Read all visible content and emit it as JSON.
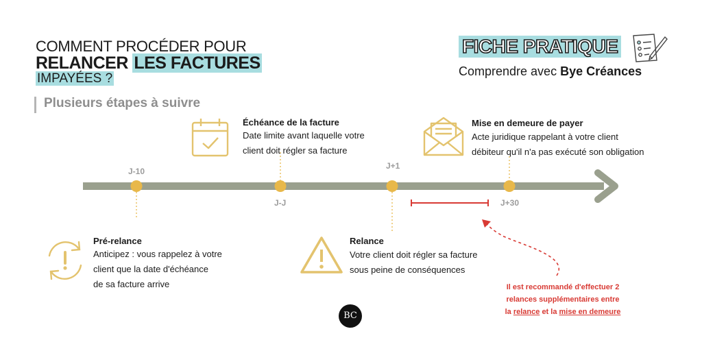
{
  "header": {
    "line1": "COMMENT PROCÉDER POUR",
    "line2_part1": "RELANCER",
    "line2_part2": "LES FACTURES",
    "line3": "IMPAYÉES ?",
    "subtitle": "Plusieurs étapes à suivre"
  },
  "badge": {
    "title": "FICHE PRATIQUE",
    "subtitle_prefix": "Comprendre avec",
    "subtitle_brand": "Bye Créances"
  },
  "timeline": {
    "labels": {
      "j_minus_10": "J-10",
      "j_j": "J-J",
      "j_plus_1": "J+1",
      "j_plus_30": "J+30"
    }
  },
  "steps": {
    "pre_relance": {
      "title": "Pré-relance",
      "lines": [
        "Anticipez : vous rappelez à votre",
        "client que la date d'échéance",
        "de sa facture arrive"
      ]
    },
    "echeance": {
      "title": "Échéance de la facture",
      "lines": [
        "Date limite avant laquelle votre",
        "client doit régler sa facture"
      ]
    },
    "relance": {
      "title": "Relance",
      "lines": [
        "Votre client doit régler sa facture",
        "sous peine de conséquences"
      ]
    },
    "mise_en_demeure": {
      "title": "Mise en demeure de payer",
      "lines": [
        "Acte juridique rappelant à votre client",
        "débiteur qu'il n'a pas exécuté son obligation"
      ]
    }
  },
  "note": {
    "line1": "Il est recommandé d'effectuer 2",
    "line2": "relances supplémentaires entre",
    "line3_a": "la",
    "line3_b": "relance",
    "line3_c": "et la",
    "line3_d": "mise en demeure"
  },
  "logo": {
    "text": "BC"
  },
  "colors": {
    "timeline": "#9aa08e",
    "dot": "#e8b84a",
    "icon": "#e3c36e",
    "highlight": "#a8dde0",
    "red": "#d83a34"
  }
}
